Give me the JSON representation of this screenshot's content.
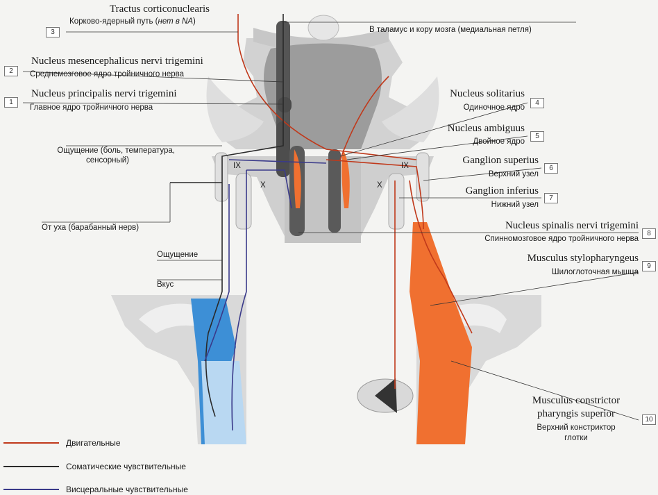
{
  "labels": {
    "l3": {
      "num": "3",
      "latin": "Tractus corticonuclearis",
      "ru_main": "Корково-ядерный путь (",
      "ru_note": "нет в NA",
      "ru_close": ")"
    },
    "l2": {
      "num": "2",
      "latin": "Nucleus mesencephalicus nervi trigemini",
      "ru": "Среднемозговое ядро тройничного нерва"
    },
    "l1": {
      "num": "1",
      "latin": "Nucleus principalis nervi trigemini",
      "ru": "Главное ядро тройничного нерва"
    },
    "thal": "В таламус и кору мозга (медиальная петля)",
    "sens_1": "Ощущение (боль, температура,",
    "sens_2": "сенсорный)",
    "ear": "От уха (барабанный нерв)",
    "sensation": "Ощущение",
    "taste": "Вкус",
    "l4": {
      "num": "4",
      "latin": "Nucleus solitarius",
      "ru": "Одиночное ядро"
    },
    "l5": {
      "num": "5",
      "latin": "Nucleus ambiguus",
      "ru": "Двойное ядро"
    },
    "l6": {
      "num": "6",
      "latin": "Ganglion superius",
      "ru": "Верхний узел"
    },
    "l7": {
      "num": "7",
      "latin": "Ganglion inferius",
      "ru": "Нижний узел"
    },
    "l8": {
      "num": "8",
      "latin": "Nucleus spinalis nervi trigemini",
      "ru": "Спинномозговое ядро тройничного нерва"
    },
    "l9": {
      "num": "9",
      "latin": "Musculus stylopharyngeus",
      "ru": "Шилоглоточная мышца"
    },
    "l10": {
      "num": "10",
      "latin_1": "Musculus constrictor",
      "latin_2": "pharyngis superior",
      "ru_1": "Верхний констриктор",
      "ru_2": "глотки"
    },
    "nerve_ix_left": "IX",
    "nerve_x_left": "X",
    "nerve_ix_right": "IX",
    "nerve_x_right": "X"
  },
  "legend": [
    {
      "label": "Двигательные",
      "color": "#c0391b"
    },
    {
      "label": "Соматические чувствительные",
      "color": "#2a2a2a"
    },
    {
      "label": "Висцеральные чувствительные",
      "color": "#3a3a8a"
    }
  ],
  "colors": {
    "motor": "#c0391b",
    "somatic": "#2a2a2a",
    "visceral": "#3a3a8a",
    "nucleus_orange": "#f07030",
    "brainstem": "#c9c9c9",
    "tongue_blue": "#3d8fd6",
    "tongue_light": "#b9d8f2"
  }
}
